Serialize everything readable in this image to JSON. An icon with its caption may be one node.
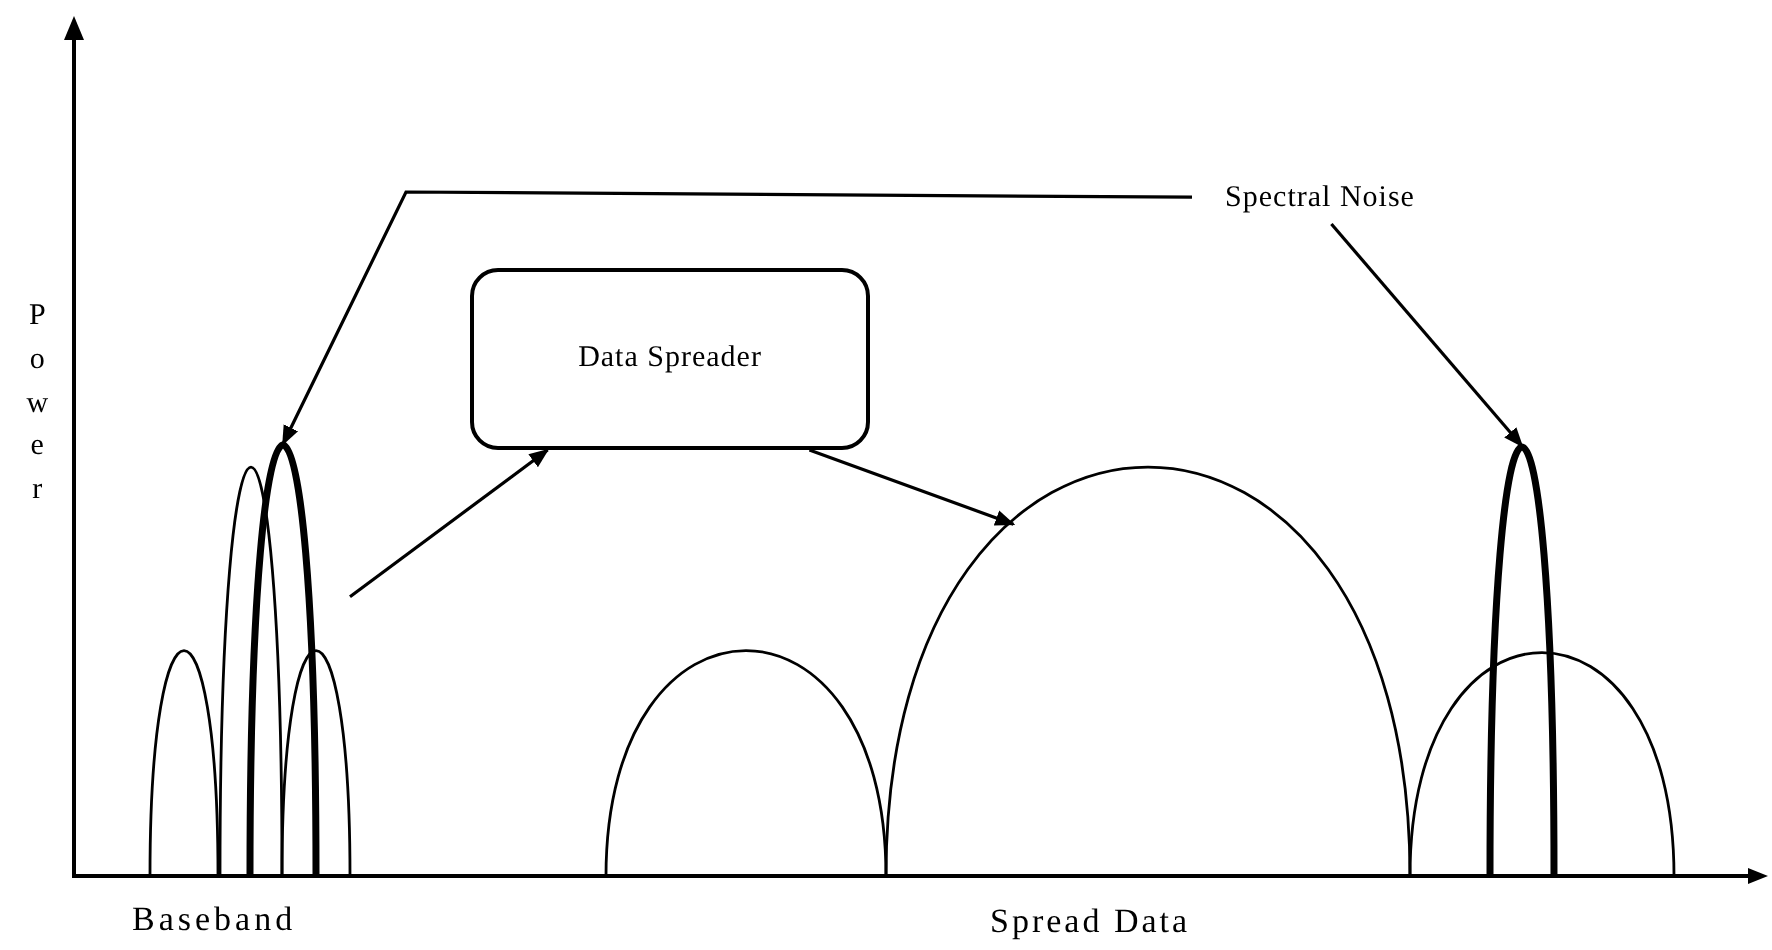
{
  "diagram": {
    "nodes": [
      {
        "text": [
          "Spectral Noise"
        ]
      },
      {
        "text": [
          "Data Spreader"
        ]
      },
      {
        "text": [],
        "shape": "curve"
      },
      {
        "text": [],
        "shape": "curve"
      },
      {
        "text": [],
        "shape": "curve"
      },
      {
        "text": [],
        "shape": "curve"
      }
    ],
    "edges": [
      {
        "from": 0,
        "to": 2,
        "arrow": "to"
      },
      {
        "from": 0,
        "to": 5,
        "arrow": "to"
      },
      {
        "from": 3,
        "to": 1,
        "arrow": "to"
      },
      {
        "from": 1,
        "to": 4,
        "arrow": "to"
      }
    ],
    "labels": [
      "Power",
      "Baseband",
      "Spread Data"
    ]
  }
}
